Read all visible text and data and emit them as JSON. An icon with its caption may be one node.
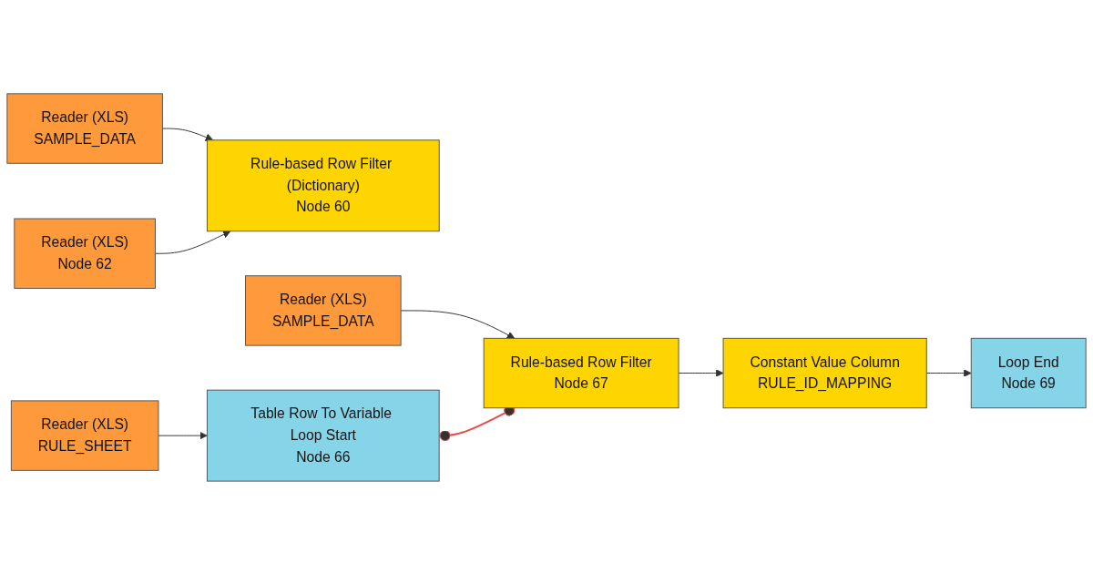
{
  "diagram": {
    "nodes": [
      {
        "text": [
          "Reader (XLS)",
          "SAMPLE_DATA"
        ]
      },
      {
        "text": [
          "Rule-based Row Filter (Dictionary)",
          "Node 60"
        ]
      },
      {
        "text": [
          "Reader (XLS)",
          "Node 62"
        ]
      },
      {
        "text": [
          "Reader (XLS)",
          "SAMPLE_DATA"
        ]
      },
      {
        "text": [
          "Rule-based Row Filter",
          "Node 67"
        ]
      },
      {
        "text": [
          "Constant Value Column",
          "RULE_ID_MAPPING"
        ]
      },
      {
        "text": [
          "Loop End",
          "Node 69"
        ]
      },
      {
        "text": [
          "Reader (XLS)",
          "RULE_SHEET"
        ]
      },
      {
        "text": [
          "Table Row To Variable Loop Start",
          "Node 66"
        ]
      }
    ],
    "edges": [
      {
        "from": 0,
        "to": 1,
        "arrow": "to"
      },
      {
        "from": 2,
        "to": 1,
        "arrow": "to"
      },
      {
        "from": 3,
        "to": 4,
        "arrow": "to"
      },
      {
        "from": 4,
        "to": 5,
        "arrow": "to"
      },
      {
        "from": 5,
        "to": 6,
        "arrow": "to"
      },
      {
        "from": 7,
        "to": 8,
        "arrow": "to"
      },
      {
        "from": 8,
        "to": 4,
        "arrow": "other",
        "color": "#f04848"
      }
    ]
  }
}
